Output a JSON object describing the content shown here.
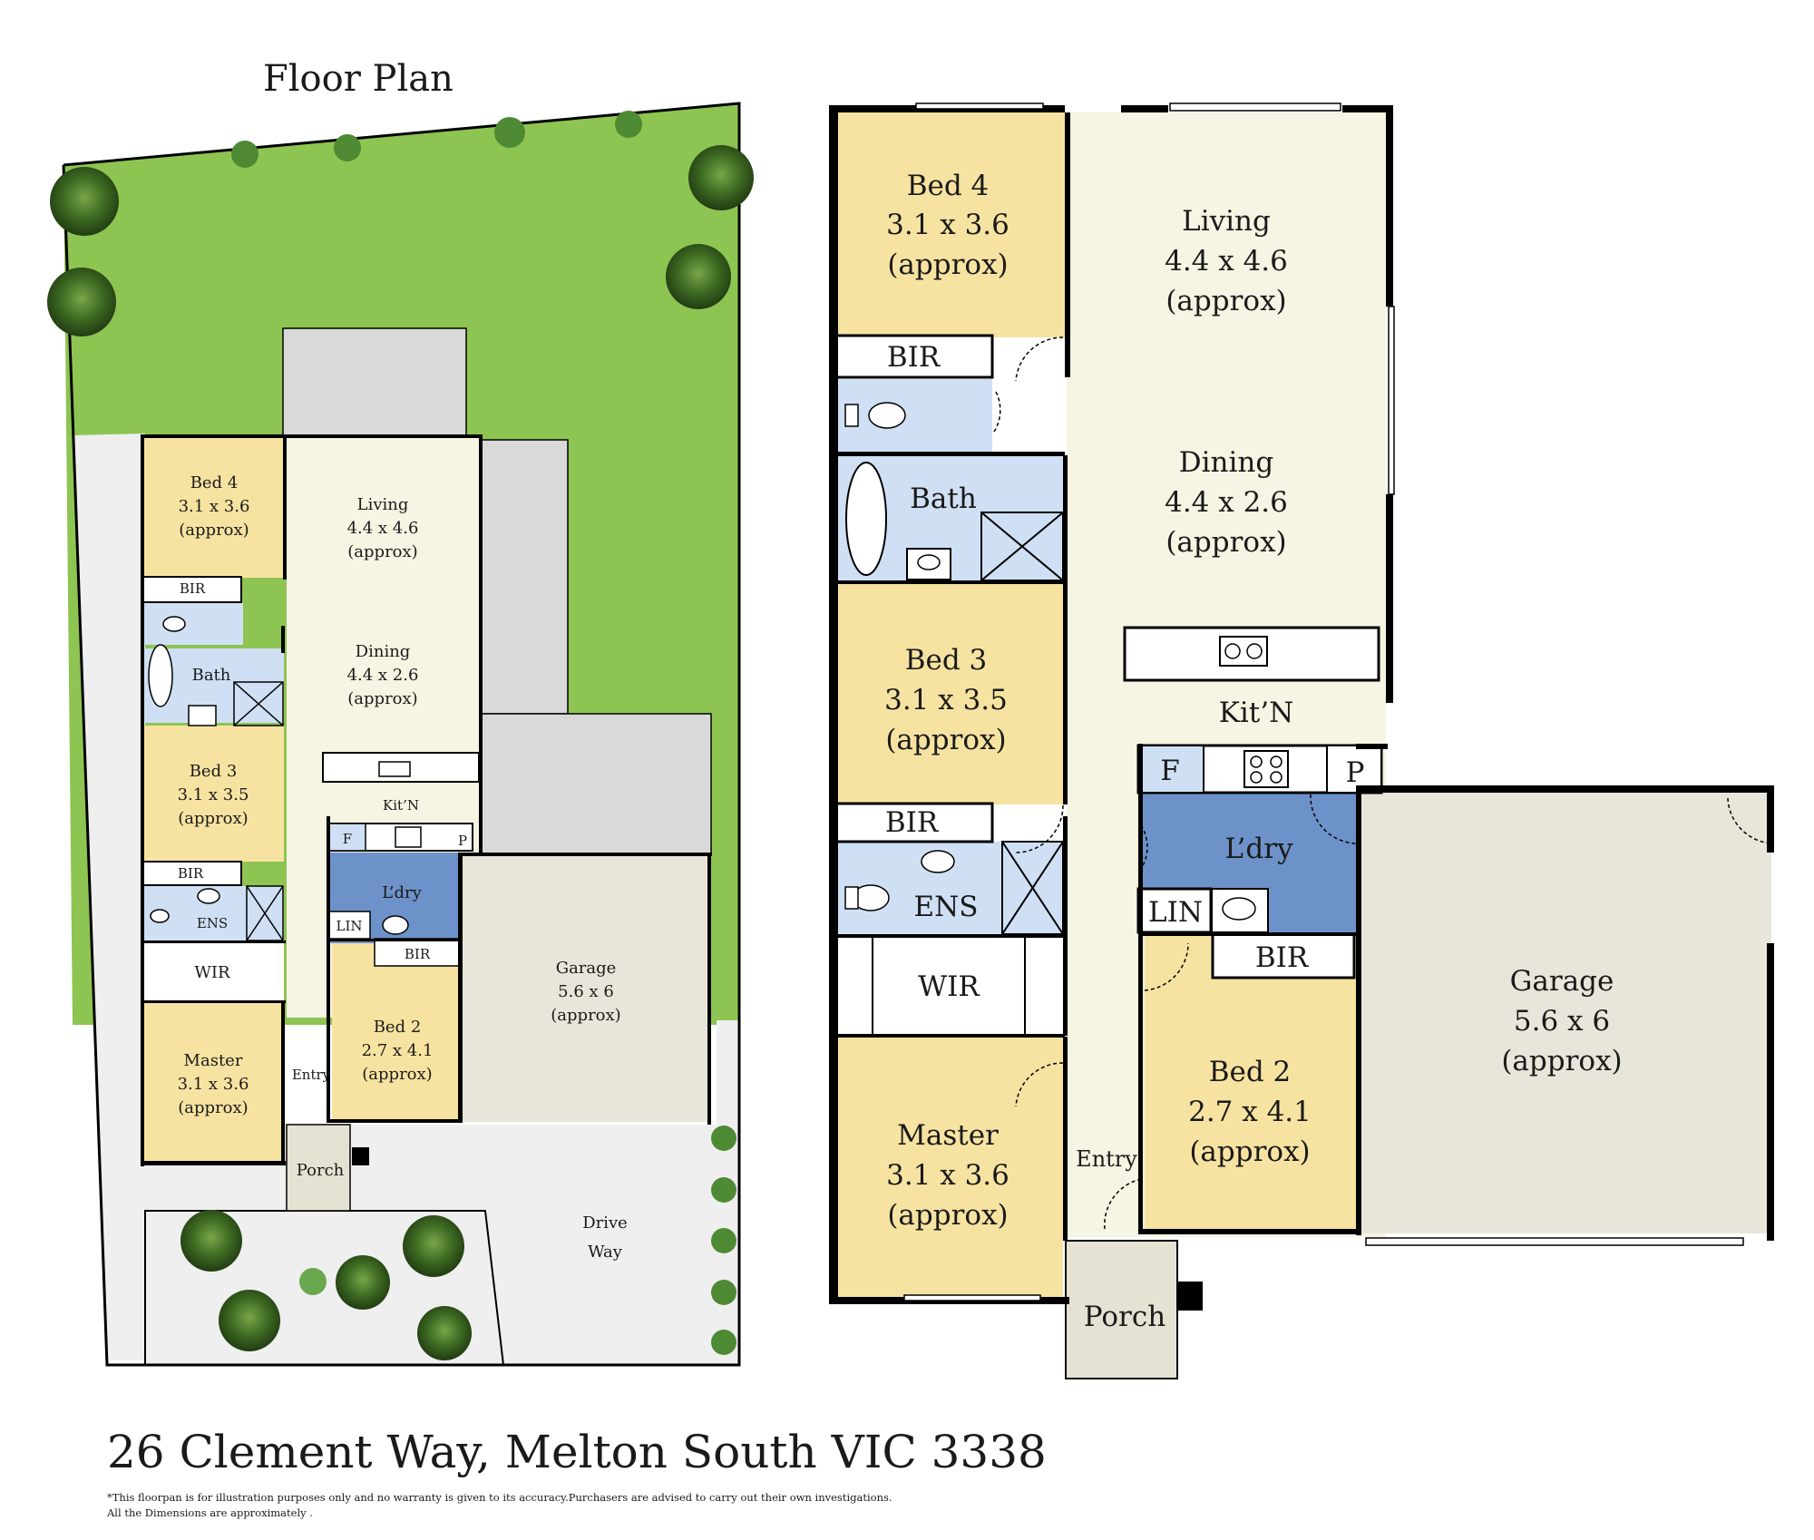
{
  "page_title": "Floor Plan",
  "address": "26 Clement Way, Melton South VIC 3338",
  "disclaimer_1": "*This floorpan is for illustration purposes only and no warranty is given to its accuracy.Purchasers are advised to carry out their own investigations.",
  "disclaimer_2": "All the Dimensions are approximately .",
  "colors": {
    "bedroom": "#f7e3a1",
    "living": "#f6f4e2",
    "wet": "#cfe0f5",
    "laundry": "#6d92c9",
    "garage": "#e8e6da",
    "porch": "#e6e2d3",
    "lawn": "#8dc452",
    "paving": "#efefef",
    "roof": "#d9d9d9"
  },
  "rooms": {
    "bed4": {
      "name": "Bed 4",
      "dim": "3.1 x 3.6",
      "approx": "(approx)"
    },
    "living": {
      "name": "Living",
      "dim": "4.4 x 4.6",
      "approx": "(approx)"
    },
    "dining": {
      "name": "Dining",
      "dim": "4.4 x 2.6",
      "approx": "(approx)"
    },
    "bath": {
      "name": "Bath"
    },
    "bir": {
      "name": "BIR"
    },
    "bed3": {
      "name": "Bed 3",
      "dim": "3.1 x 3.5",
      "approx": "(approx)"
    },
    "kitn": {
      "name": "Kit’N"
    },
    "fridge": {
      "name": "F"
    },
    "pantry": {
      "name": "P"
    },
    "ldry": {
      "name": "L’dry"
    },
    "lin": {
      "name": "LIN"
    },
    "ens": {
      "name": "ENS"
    },
    "wir": {
      "name": "WIR"
    },
    "master": {
      "name": "Master",
      "dim": "3.1 x 3.6",
      "approx": "(approx)"
    },
    "bed2": {
      "name": "Bed 2",
      "dim": "2.7 x 4.1",
      "approx": "(approx)"
    },
    "garage": {
      "name": "Garage",
      "dim": "5.6 x 6",
      "approx": "(approx)"
    },
    "entry": {
      "name": "Entry"
    },
    "porch": {
      "name": "Porch"
    },
    "drive": {
      "line1": "Drive",
      "line2": "Way"
    }
  }
}
